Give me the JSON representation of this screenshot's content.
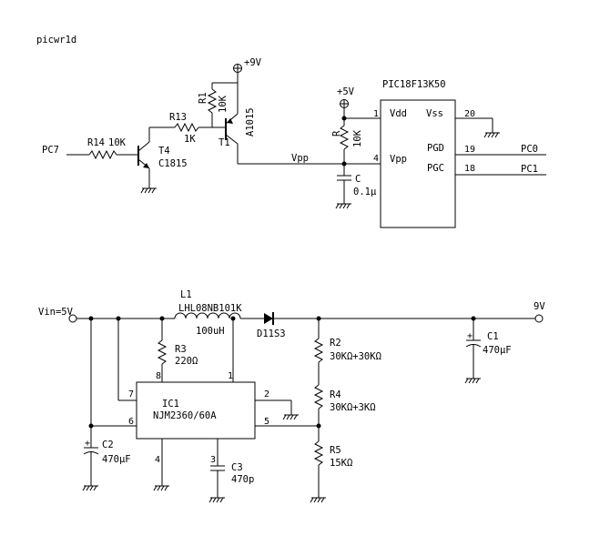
{
  "title": "picwr1d",
  "chip": {
    "name": "PIC18F13K50",
    "pins": {
      "vdd": "Vdd",
      "vss": "Vss",
      "vpp": "Vpp",
      "pgd": "PGD",
      "pgc": "PGC",
      "n1": "1",
      "n4": "4",
      "n20": "20",
      "n19": "19",
      "n18": "18"
    }
  },
  "nets": {
    "pc7": "PC7",
    "pc0": "PC0",
    "pc1": "PC1",
    "v9": "+9V",
    "v5": "+5V",
    "vpp": "Vpp",
    "vin": "Vin=5V",
    "out9v": "9V"
  },
  "parts": {
    "r14": "R14",
    "r14v": "10K",
    "t4": "T4",
    "t4part": "C1815",
    "r13": "R13",
    "r13v": "1K",
    "r1": "R1",
    "r1v": "10K",
    "t1": "T1",
    "t1part": "A1015",
    "r": "R",
    "rv": "10K",
    "c": "C",
    "cv": "0.1μ",
    "l1": "L1",
    "l1part": "LHL08NB101K",
    "l1v": "100uH",
    "d": "D11S3",
    "r3": "R3",
    "r3v": "220Ω",
    "ic1": "IC1",
    "ic1part": "NJM2360/60A",
    "r2": "R2",
    "r2v": "30KΩ+30KΩ",
    "r4": "R4",
    "r4v": "30KΩ+3KΩ",
    "r5": "R5",
    "r5v": "15KΩ",
    "c1": "C1",
    "c1v": "470μF",
    "c2": "C2",
    "c2v": "470μF",
    "c3": "C3",
    "c3v": "470p",
    "icpins": {
      "p1": "1",
      "p2": "2",
      "p3": "3",
      "p4": "4",
      "p5": "5",
      "p6": "6",
      "p7": "7",
      "p8": "8"
    }
  }
}
